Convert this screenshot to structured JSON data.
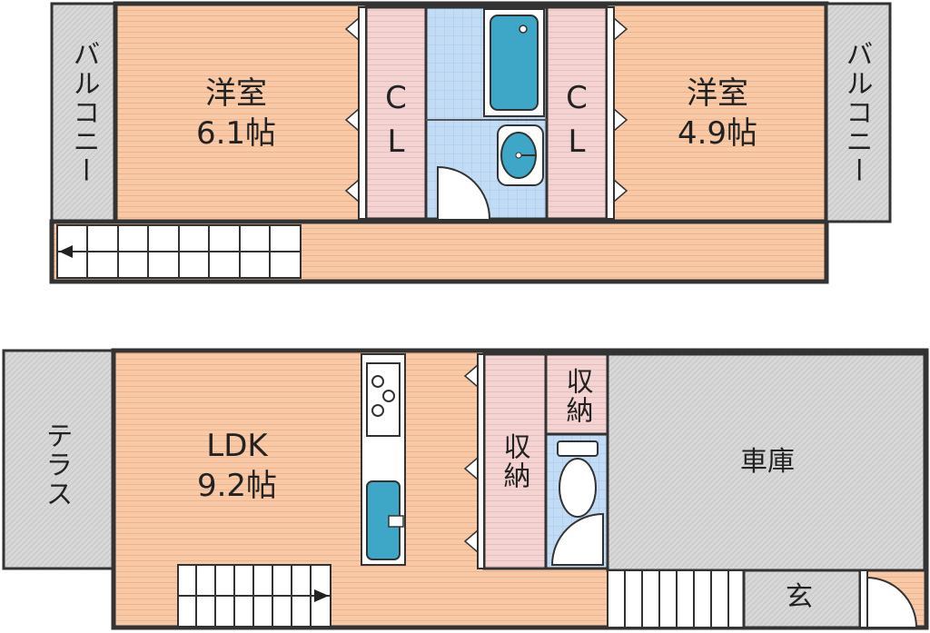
{
  "colors": {
    "room": "#f7c9a6",
    "room_line": "#f1b48c",
    "closet": "#f3d3d2",
    "balcony": "#d3d3d3",
    "wet": "#bcd9f3",
    "fixture": "#3ea6c6",
    "wall": "#333333"
  },
  "upper_floor": {
    "balcony_left": "バルコニー",
    "balcony_right": "バルコニー",
    "room_left": {
      "name": "洋室",
      "size": "6.1帖"
    },
    "room_right": {
      "name": "洋室",
      "size": "4.9帖"
    },
    "closet_left": "CL",
    "closet_right": "CL",
    "bath_fixture": "bathtub-icon",
    "sink_fixture": "washbasin-icon"
  },
  "lower_floor": {
    "terrace": "テラス",
    "ldk": {
      "name": "LDK",
      "size": "9.2帖"
    },
    "storage_left": "収納",
    "storage_right": "収納",
    "garage": "車庫",
    "entrance": "玄",
    "kitchen_fixture": "stove-icon",
    "toilet_fixture": "toilet-icon"
  }
}
